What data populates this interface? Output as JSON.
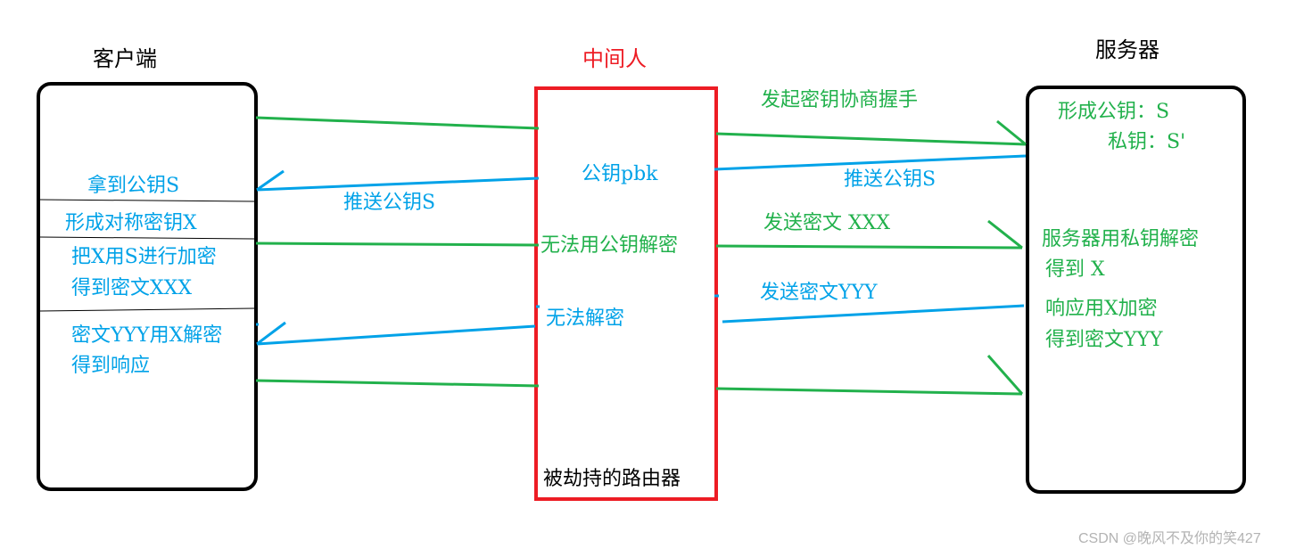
{
  "colors": {
    "green": "#22b14c",
    "blue": "#00a2e8",
    "red": "#ed1c24",
    "black": "#000000",
    "watermark": "#b3b3b3"
  },
  "client": {
    "title": "客户端",
    "steps": {
      "get_key": "拿到公钥S",
      "make_key": "形成对称密钥X",
      "encrypt_line1": "把X用S进行加密",
      "encrypt_line2": "得到密文XXX",
      "decrypt_line1": "密文YYY用X解密",
      "decrypt_line2": "得到响应"
    }
  },
  "middleman": {
    "title": "中间人",
    "subtitle": "被劫持的路由器",
    "public_key": "公钥pbk",
    "cannot_decrypt_with_pubkey": "无法用公钥解密",
    "cannot_decrypt": "无法解密"
  },
  "server": {
    "title": "服务器",
    "public_key": "形成公钥：S",
    "private_key": "私钥：S'",
    "decrypt_line1": "服务器用私钥解密",
    "decrypt_line2": "得到 X",
    "response_line1": "响应用X加密",
    "response_line2": "得到密文YYY"
  },
  "messages": {
    "handshake": "发起密钥协商握手",
    "push_key_server": "推送公钥S",
    "push_key_client": "推送公钥S",
    "send_xxx": "发送密文 XXX",
    "send_yyy": "发送密文YYY"
  },
  "watermark": "CSDN @晚风不及你的笑427"
}
